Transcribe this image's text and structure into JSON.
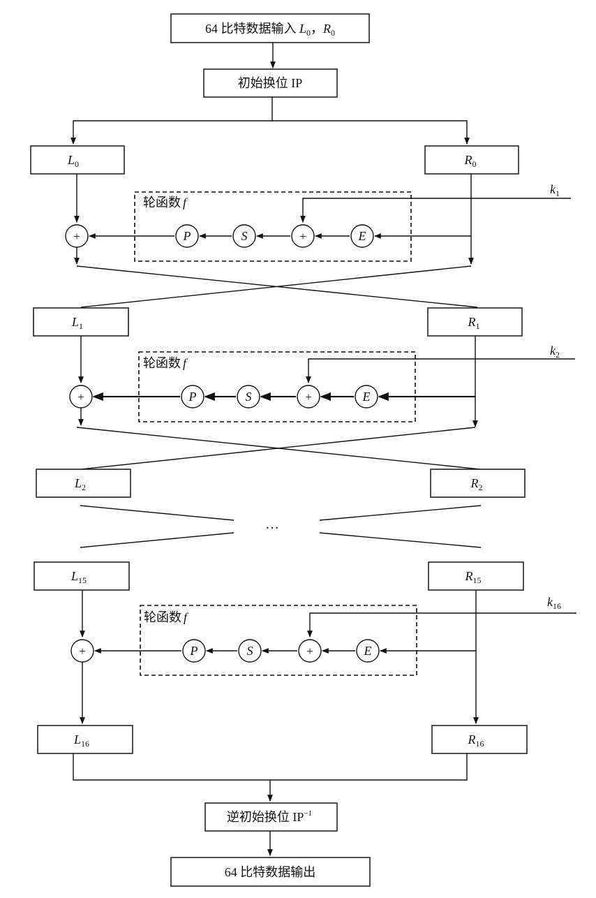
{
  "input_box": {
    "text": "64 比特数据输入 ",
    "l_var": "L",
    "l_sub": "0",
    "sep": "，",
    "r_var": "R",
    "r_sub": "0"
  },
  "ip_box": {
    "text": "初始换位 IP"
  },
  "rounds": [
    {
      "L": "L",
      "L_sub": "0",
      "R": "R",
      "R_sub": "0",
      "f_label": "轮函数",
      "f_var": "f",
      "key": "k",
      "key_sub": "1"
    },
    {
      "L": "L",
      "L_sub": "1",
      "R": "R",
      "R_sub": "1",
      "f_label": "轮函数",
      "f_var": "f",
      "key": "k",
      "key_sub": "2"
    },
    {
      "L": "L",
      "L_sub": "15",
      "R": "R",
      "R_sub": "15",
      "f_label": "轮函数",
      "f_var": "f",
      "key": "k",
      "key_sub": "16"
    }
  ],
  "l2": {
    "var": "L",
    "sub": "2"
  },
  "r2": {
    "var": "R",
    "sub": "2"
  },
  "l16": {
    "var": "L",
    "sub": "16"
  },
  "r16": {
    "var": "R",
    "sub": "16"
  },
  "ops": {
    "P": "P",
    "S": "S",
    "E": "E",
    "xor": "+"
  },
  "ellipsis": "…",
  "inverse_ip_box": {
    "text": "逆初始换位 IP",
    "sup": "−1"
  },
  "output_box": {
    "text": "64 比特数据输出"
  }
}
